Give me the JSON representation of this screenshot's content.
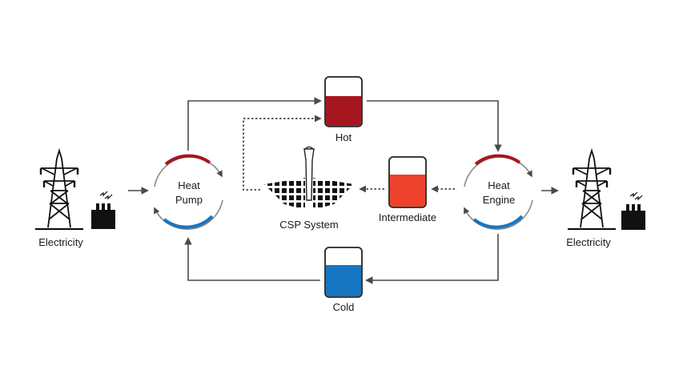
{
  "labels": {
    "electricity_left": "Electricity",
    "electricity_right": "Electricity",
    "heat_pump_line1": "Heat",
    "heat_pump_line2": "Pump",
    "heat_engine_line1": "Heat",
    "heat_engine_line2": "Engine",
    "hot": "Hot",
    "cold": "Cold",
    "intermediate": "Intermediate",
    "csp_system": "CSP System"
  },
  "colors": {
    "hot": "#a4171f",
    "cold": "#1875c2",
    "intermediate": "#ee422d",
    "line": "#4a4a4a",
    "icon": "#111111",
    "arc_gray": "#8a8a8a"
  },
  "icons": [
    "transmission-tower-icon",
    "transformer-icon",
    "csp-tower-icon",
    "heliostat-field-icon"
  ]
}
